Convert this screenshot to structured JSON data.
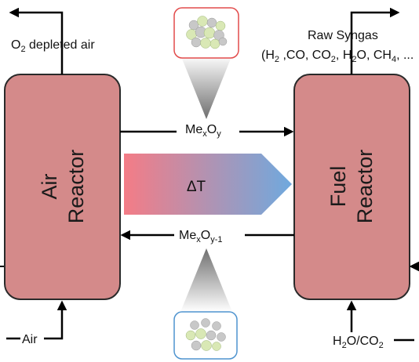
{
  "diagram": {
    "air_reactor": {
      "line1": "Air",
      "line2": "Reactor"
    },
    "fuel_reactor": {
      "line1": "Fuel",
      "line2": "Reactor"
    },
    "outlet_air": {
      "main": "O",
      "sub": "2",
      "rest": " depleted air"
    },
    "outlet_syngas": {
      "title": "Raw Syngas",
      "open": "(H",
      "s1": "2",
      "mid1": " ,CO, CO",
      "s2": "2",
      "mid2": ", H",
      "s3": "2",
      "mid3": "O, CH",
      "s4": "4",
      "tail": ", ..."
    },
    "oxidized_carrier": {
      "main": "Me",
      "sub1": "x",
      "mid": "O",
      "sub2": "y"
    },
    "reduced_carrier": {
      "main": "Me",
      "sub1": "x",
      "mid": "O",
      "sub2": "y-1"
    },
    "temperature_label": "ΔT",
    "inlet_air": "Air",
    "inlet_fuel": {
      "a": "H",
      "s1": "2",
      "b": "O/CO",
      "s2": "2"
    },
    "colors": {
      "reactor_fill": "#d48a8a",
      "reactor_stroke": "#2a2a2a",
      "gradient_start": "#f47c86",
      "gradient_end": "#6fa9de",
      "oxidized_border": "#e24b4b",
      "reduced_border": "#4f94cf",
      "atom_light": "#d9e8b5",
      "atom_grey": "#c8c8c8"
    }
  }
}
